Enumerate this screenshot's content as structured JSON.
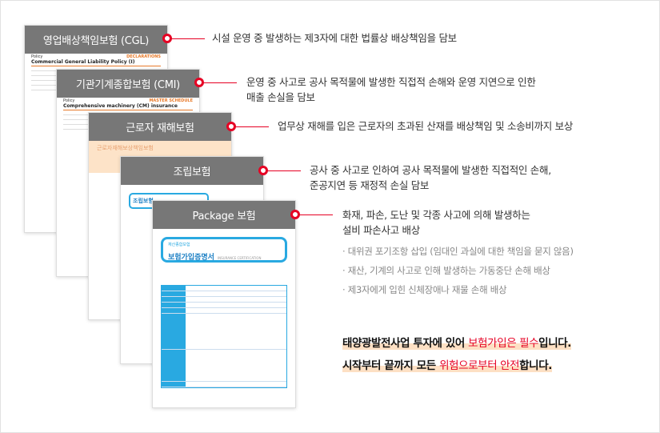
{
  "items": [
    {
      "title": "영업배상책임보험 (CGL)",
      "doc_label": "Policy",
      "doc_title": "Commercial General Liability Policy (I)",
      "doc_section": "DECLARATIONS",
      "desc": [
        "시설 운영 중 발생하는 제3자에 대한 법률상 배상책임을 담보"
      ]
    },
    {
      "title": "기관기계종합보험 (CMI)",
      "doc_label": "Policy",
      "doc_title": "Comprehensive machinery (CM) insurance",
      "doc_section": "MASTER SCHEDULE",
      "desc": [
        "운영 중 사고로 공사 목적물에 발생한 직접적 손해와 운영 지연으로 인한",
        "매출 손실을 담보"
      ]
    },
    {
      "title": "근로자 재해보험",
      "doc_title": "근로자재해보상책임보험",
      "desc": [
        "업무상 재해를 입은 근로자의 초과된 산재를 배상책임 및 소송비까지 보상"
      ]
    },
    {
      "title": "조립보험",
      "doc_title": "조립보험",
      "desc": [
        "공사 중 사고로 인하여 공사 목적물에 발생한 직접적인 손해,",
        "준공지연 등 재정적 손실 담보"
      ]
    },
    {
      "title": "Package 보험",
      "doc_label": "재산종합보험",
      "doc_title": "보험가입증명서",
      "doc_subtitle": "INSURANCE CERTIFICATION",
      "desc": [
        "화재, 파손, 도난 및 각종 사고에 의해 발생하는",
        "설비 파손사고 배상"
      ]
    }
  ],
  "bullets": [
    "· 대위권 포기조항 삽입 (임대인 과실에 대한 책임을 묻지 않음)",
    "· 재산, 기계의 사고로 인해 발생하는 가동중단 손해 배상",
    "· 제3자에게 입힌 신체장애나 재물 손해 배상"
  ],
  "highlight": [
    {
      "pre": "태양광발전사업 투자에 있어 ",
      "red": "보험가입은 필수",
      "post": "입니다."
    },
    {
      "pre": "시작부터 끝까지 모든 ",
      "red": "위험으로부터 안전",
      "post": "합니다."
    }
  ],
  "colors": {
    "accent": "#e60023",
    "header": "#777777"
  }
}
